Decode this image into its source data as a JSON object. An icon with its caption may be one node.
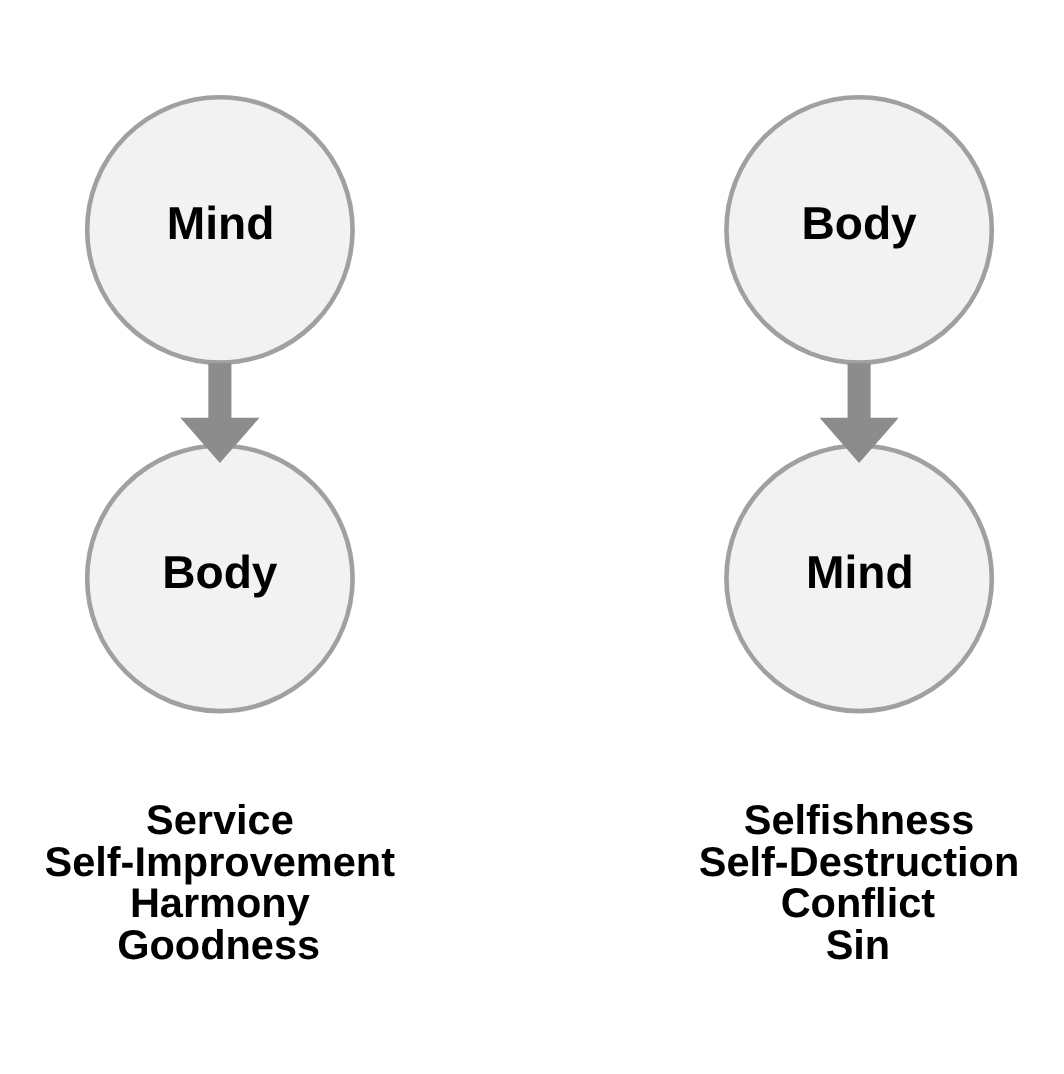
{
  "diagram": {
    "nodes": [
      {
        "text": [
          "Mind"
        ]
      },
      {
        "text": [
          "Body"
        ],
        "beside": [
          "Service",
          "Self-Improvement",
          "Harmony",
          "Goodness"
        ]
      },
      {
        "text": [
          "Body"
        ]
      },
      {
        "text": [
          "Mind"
        ],
        "beside": [
          "Selfishness",
          "Self-Destruction",
          "Conflict",
          "Sin"
        ]
      }
    ],
    "edges": [
      {
        "from": 0,
        "to": 1,
        "arrow": "to"
      },
      {
        "from": 2,
        "to": 3,
        "arrow": "to"
      }
    ]
  }
}
